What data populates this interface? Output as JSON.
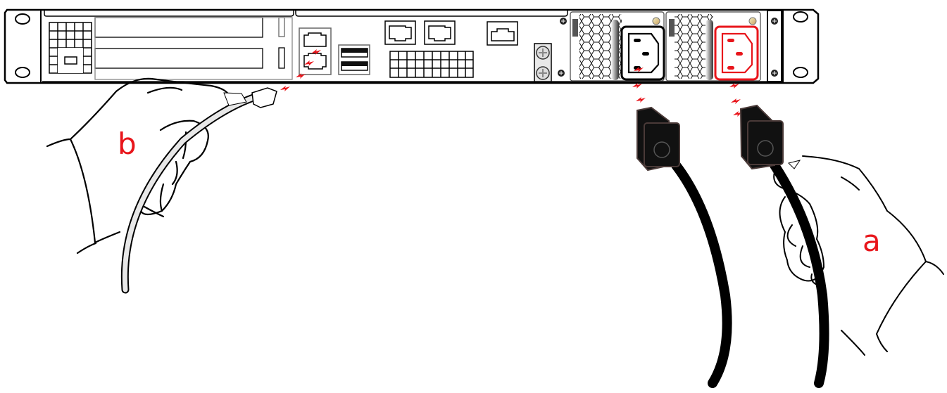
{
  "diagram": {
    "type": "hardware-cabling-illustration",
    "subject": "1U rack server rear panel",
    "colors": {
      "outline": "#000000",
      "highlight": "#e8151b",
      "cable_light": "#e8e8e8",
      "plug_dark": "#1a1a1a",
      "plug_edge": "#4a3a38",
      "background": "#ffffff"
    },
    "callouts": [
      {
        "id": "a",
        "label": "a",
        "description": "Hand connecting power cord to highlighted (red) power supply inlet"
      },
      {
        "id": "b",
        "label": "b",
        "description": "Hand connecting network cable to lower RJ45 port"
      }
    ],
    "components": {
      "rack_ears": 2,
      "pcie_slots": 2,
      "management_ports": 2,
      "usb_ports": 2,
      "network_ports": 3,
      "power_supplies": 2,
      "highlighted_power_supply": 2
    }
  }
}
